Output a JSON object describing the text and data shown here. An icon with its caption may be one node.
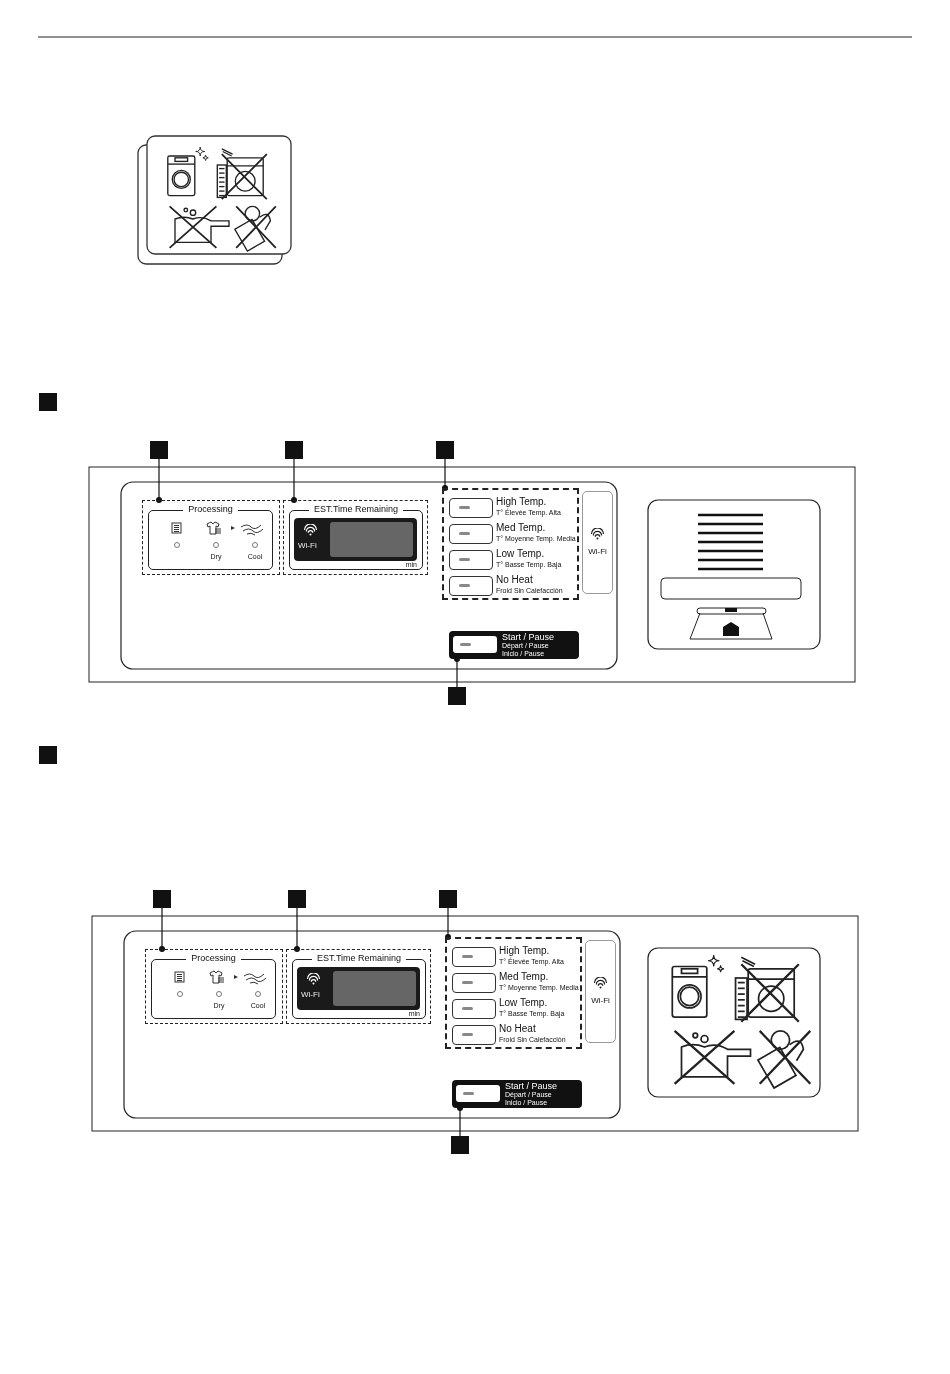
{
  "diagram": {
    "nodes": [
      {
        "text": [],
        "shape": "box"
      },
      {
        "text": [],
        "shape": "box"
      },
      {
        "text": [],
        "shape": "box"
      },
      {
        "text": [
          "Processing",
          "Dry",
          "Cool"
        ]
      },
      {
        "text": [
          "EST.Time Remaining",
          "Wi-Fi",
          "min"
        ]
      },
      {
        "text": [],
        "shape": "box"
      },
      {
        "text": [
          "High Temp.",
          "T° Élevée Temp. Alta"
        ],
        "in": 5
      },
      {
        "text": [
          "Med Temp.",
          "T° Moyenne Temp. Media"
        ],
        "in": 5
      },
      {
        "text": [
          "Low Temp.",
          "T° Basse Temp. Baja"
        ],
        "in": 5
      },
      {
        "text": [
          "No Heat",
          "Froid Sin Calefacción"
        ],
        "in": 5
      },
      {
        "text": [
          "Wi-Fi"
        ]
      },
      {
        "text": [
          "Start / Pause",
          "Départ / Pause",
          "Inicio / Pause"
        ]
      },
      {
        "text": [],
        "shape": "box"
      },
      {
        "text": [],
        "shape": "box"
      },
      {
        "text": [],
        "shape": "box"
      },
      {
        "text": [],
        "shape": "box"
      },
      {
        "text": [
          "Processing",
          "Dry",
          "Cool"
        ]
      },
      {
        "text": [
          "EST.Time Remaining",
          "Wi-Fi",
          "min"
        ]
      },
      {
        "text": [],
        "shape": "box"
      },
      {
        "text": [
          "High Temp.",
          "T° Élevée Temp. Alta"
        ],
        "in": 18
      },
      {
        "text": [
          "Med Temp.",
          "T° Moyenne Temp. Media"
        ],
        "in": 18
      },
      {
        "text": [
          "Low Temp.",
          "T° Basse Temp. Baja"
        ],
        "in": 18
      },
      {
        "text": [
          "No Heat",
          "Froid Sin Calefacción"
        ],
        "in": 18
      },
      {
        "text": [
          "Wi-Fi"
        ]
      },
      {
        "text": [
          "Start / Pause",
          "Départ / Pause",
          "Inicio / Pause"
        ]
      },
      {
        "text": [],
        "shape": "box"
      }
    ],
    "edges": [
      {
        "from": 0,
        "to": 3,
        "arrow": "other"
      },
      {
        "from": 1,
        "to": 4,
        "arrow": "other"
      },
      {
        "from": 2,
        "to": 5,
        "arrow": "other"
      },
      {
        "from": 12,
        "to": 11,
        "arrow": "other"
      },
      {
        "from": 13,
        "to": 16,
        "arrow": "other"
      },
      {
        "from": 14,
        "to": 17,
        "arrow": "other"
      },
      {
        "from": 15,
        "to": 18,
        "arrow": "other"
      },
      {
        "from": 25,
        "to": 24,
        "arrow": "other"
      }
    ]
  }
}
